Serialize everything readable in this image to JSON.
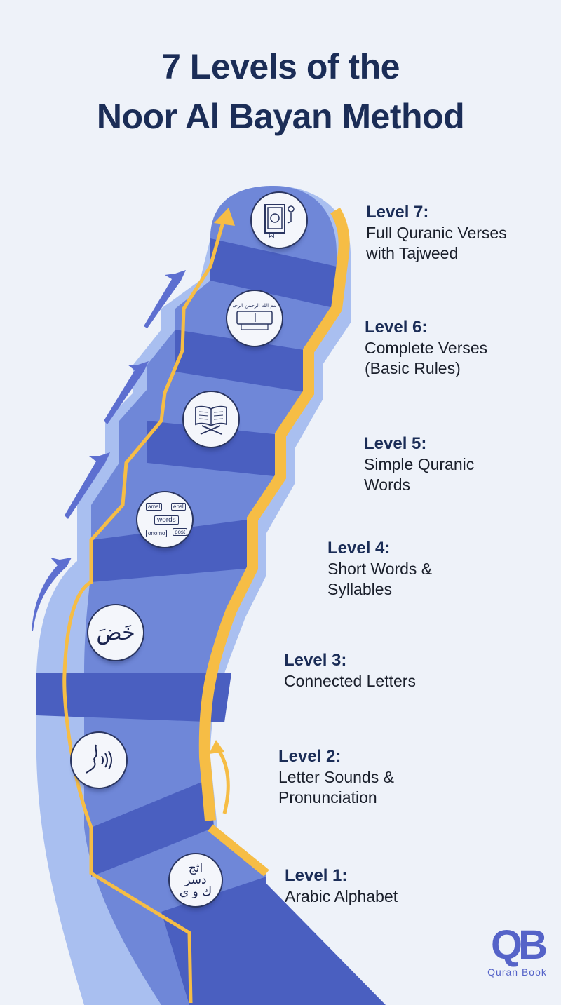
{
  "title": {
    "line1": "7 Levels of the",
    "line2": "Noor Al Bayan Method"
  },
  "levels": [
    {
      "label": "Level 1:",
      "description": "Arabic Alphabet",
      "icon": "arabic-letters-icon",
      "glyph": "اثج\nدسر\nك و ي"
    },
    {
      "label": "Level 2:",
      "description": "Letter Sounds &\nPronunciation",
      "icon": "speaking-face-icon"
    },
    {
      "label": "Level 3:",
      "description": "Connected Letters",
      "icon": "connected-letters-icon",
      "glyph": "خَضَ"
    },
    {
      "label": "Level 4:",
      "description": "Short Words &\nSyllables",
      "icon": "word-cards-icon",
      "cards": [
        "amal",
        "ebsl",
        "words",
        "onomo",
        "post"
      ]
    },
    {
      "label": "Level 5:",
      "description": "Simple Quranic\nWords",
      "icon": "open-quran-stand-icon"
    },
    {
      "label": "Level 6:",
      "description": "Complete Verses\n(Basic Rules)",
      "icon": "verse-screen-icon",
      "glyph": "بسم الله الرحمن الرحيم"
    },
    {
      "label": "Level 7:",
      "description": "Full Quranic Verses\nwith Tajweed",
      "icon": "quran-book-gear-icon"
    }
  ],
  "logo": {
    "letters": "QB",
    "brand": "Quran Book"
  },
  "colors": {
    "background": "#eef2f9",
    "title": "#1b2d57",
    "stair_top": "#6f87d8",
    "stair_riser": "#4a5fc0",
    "stair_side": "#a9bff0",
    "accent_yellow": "#f6bd45",
    "logo": "#5563c8"
  }
}
